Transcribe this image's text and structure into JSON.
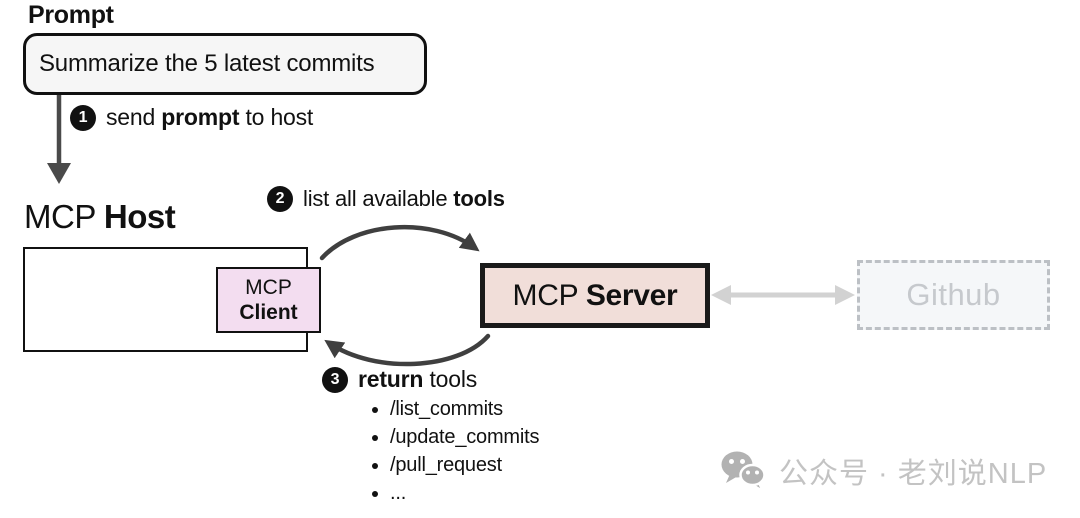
{
  "prompt": {
    "title": "Prompt",
    "box_text": "Summarize the 5 latest commits"
  },
  "steps": {
    "one": {
      "num": "1",
      "pre": "send ",
      "bold": "prompt",
      "post": " to host"
    },
    "two": {
      "num": "2",
      "pre": "list all available ",
      "bold": "tools",
      "post": ""
    },
    "three": {
      "num": "3",
      "pre": "",
      "bold": "return",
      "post": " tools"
    }
  },
  "host": {
    "label_normal": "MCP ",
    "label_bold": "Host"
  },
  "client": {
    "line1": "MCP",
    "line2": "Client"
  },
  "server": {
    "label_normal": "MCP ",
    "label_bold": "Server"
  },
  "github": {
    "label": "Github"
  },
  "tools": {
    "items": [
      "/list_commits",
      "/update_commits",
      "/pull_request",
      "..."
    ]
  },
  "watermark": {
    "icon": "wechat-icon",
    "text": "公众号 · 老刘说NLP"
  },
  "colors": {
    "client_bg": "#f3ddf0",
    "server_bg": "#f1ded9",
    "github_bg": "#f5f7f9",
    "github_border": "#bcc0c5",
    "github_text": "#c6c9cd",
    "dark_arrow": "#4a4a4a",
    "cycle_arrow": "#3f3f3f",
    "gray_arrow": "#d2d2d2",
    "watermark_gray": "#c3c3c3",
    "prompt_box_bg": "#f6f6f6"
  }
}
